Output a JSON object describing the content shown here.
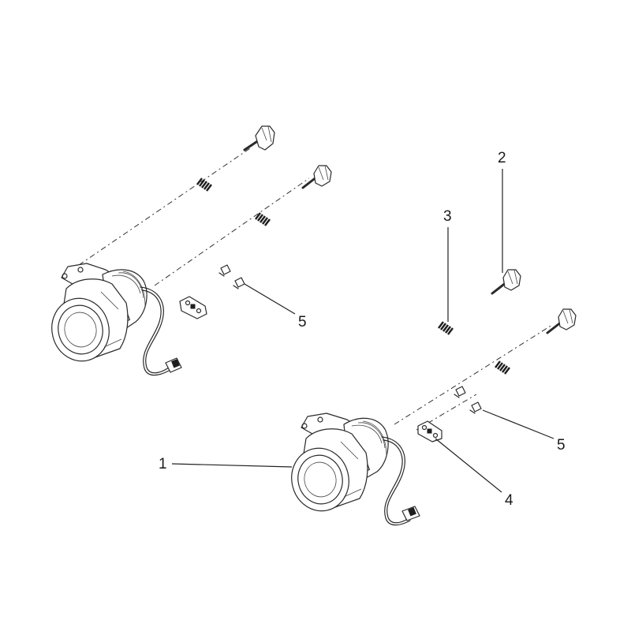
{
  "diagram": {
    "callouts": [
      {
        "id": "c1",
        "label": "1"
      },
      {
        "id": "c2",
        "label": "2"
      },
      {
        "id": "c3",
        "label": "3"
      },
      {
        "id": "c4",
        "label": "4"
      },
      {
        "id": "c5a",
        "label": "5"
      },
      {
        "id": "c5b",
        "label": "5"
      }
    ],
    "background": "#ffffff",
    "line_color": "#2a2a2a"
  }
}
